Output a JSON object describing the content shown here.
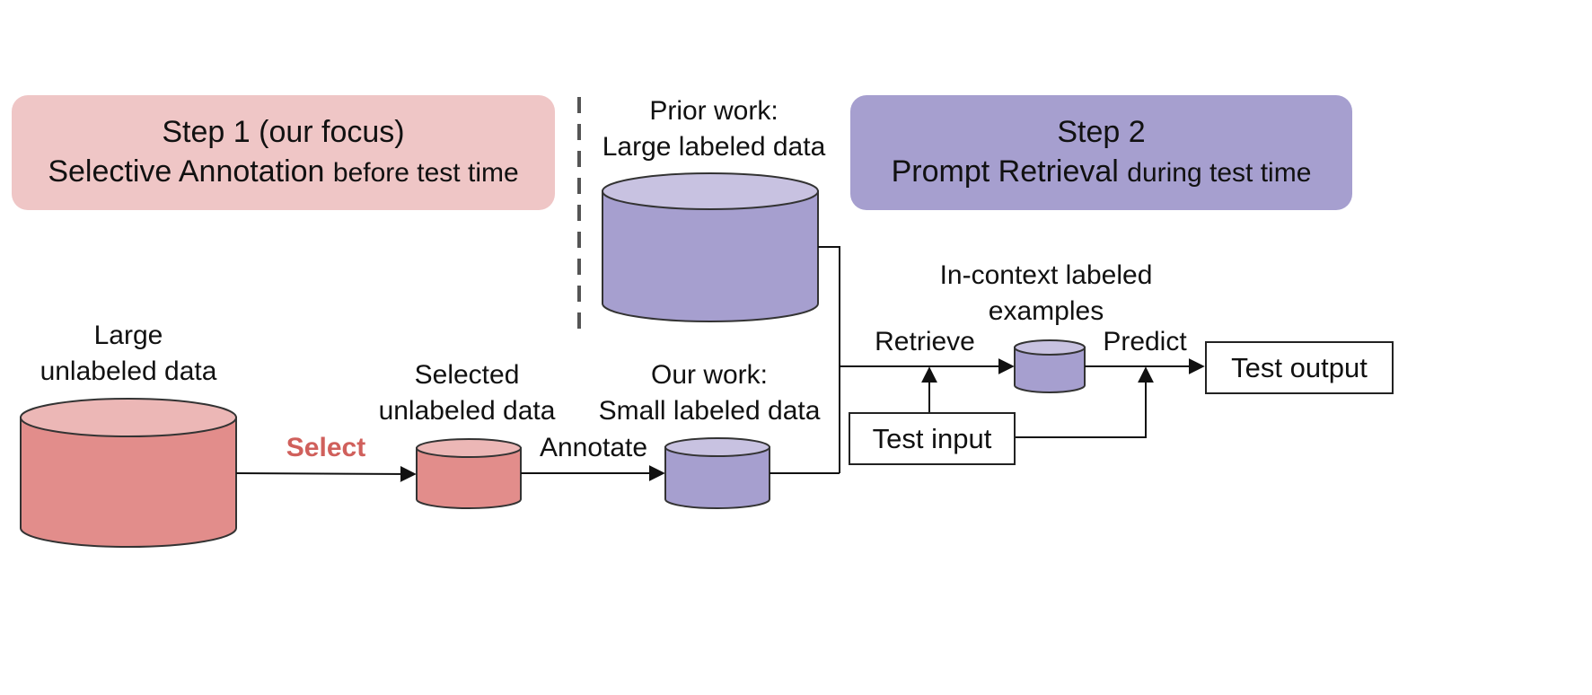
{
  "step1": {
    "title": "Step 1 (our focus)",
    "main": "Selective Annotation",
    "suffix": "before test time",
    "color": "#efc6c6"
  },
  "step2": {
    "title": "Step 2",
    "main": "Prompt Retrieval",
    "suffix": "during test time",
    "color": "#a69fcf"
  },
  "labels": {
    "prior_line1": "Prior work:",
    "prior_line2": "Large labeled data",
    "large_unlabeled_line1": "Large",
    "large_unlabeled_line2": "unlabeled data",
    "selected_line1": "Selected",
    "selected_line2": "unlabeled data",
    "our_line1": "Our work:",
    "our_line2": "Small labeled data",
    "incontext_line1": "In-context labeled",
    "incontext_line2": "examples",
    "select": "Select",
    "annotate": "Annotate",
    "retrieve": "Retrieve",
    "predict": "Predict"
  },
  "nodes": {
    "test_input": "Test input",
    "test_output": "Test output"
  },
  "colors": {
    "red_body": "#e28d8b",
    "red_top": "#ecb7b6",
    "purple_body": "#a69fcf",
    "purple_top": "#c8c2e1",
    "select_text": "#d0605c"
  }
}
